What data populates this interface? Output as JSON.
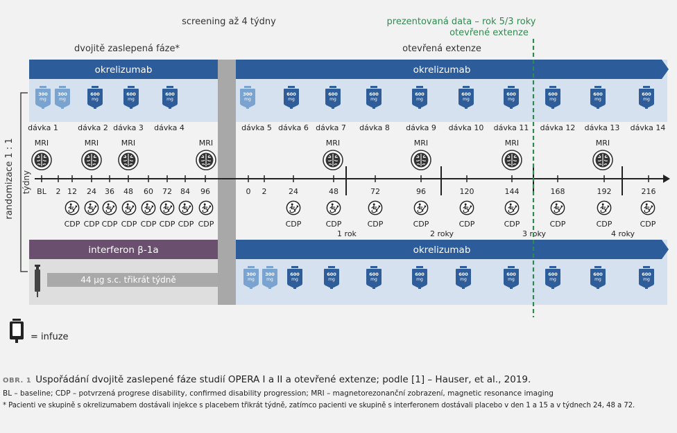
{
  "header": {
    "screening": "screening až 4 týdny",
    "double_blind_phase": "dvojitě zaslepená fáze*",
    "open_extension": "otevřená extenze",
    "presented_data_line1": "prezentovaná data – rok 5/3 roky",
    "presented_data_line2": "otevřené extenze"
  },
  "arms": {
    "top_bar_left": "okrelizumab",
    "top_bar_right": "okrelizumab",
    "bottom_bar_left": "interferon β-1a",
    "bottom_bar_right": "okrelizumab",
    "interferon_dose": "44 μg s.c. třikrát týdně",
    "randomization": "randomizace 1 : 1",
    "axis_title": "týdny"
  },
  "bags": {
    "small_dose": "300",
    "large_dose": "600",
    "unit": "mg"
  },
  "doses": [
    "dávka 1",
    "dávka 2",
    "dávka 3",
    "dávka 4",
    "dávka 5",
    "dávka 6",
    "dávka 7",
    "dávka 8",
    "dávka 9",
    "dávka 10",
    "dávka 11",
    "dávka 12",
    "dávka 13",
    "dávka 14"
  ],
  "mri_label": "MRI",
  "cdp_label": "CDP",
  "weeks_left": [
    "BL",
    "2",
    "12",
    "24",
    "36",
    "48",
    "60",
    "72",
    "84",
    "96"
  ],
  "weeks_right": [
    "0",
    "2",
    "24",
    "48",
    "72",
    "96",
    "120",
    "144",
    "168",
    "192",
    "216"
  ],
  "years": [
    "1 rok",
    "2 roky",
    "3 roky",
    "4 roky"
  ],
  "legend": {
    "infusion": "= infuze"
  },
  "colors": {
    "blue_bar": "#2d5c9a",
    "purple_bar": "#6b4f6e",
    "light_blue_bg": "#d5e1ef",
    "grey_bg": "#dedede",
    "separator": "#a8a8a8",
    "green_dash": "#2f8a4f",
    "bag_dark": "#2e5d99",
    "bag_light": "#7aa3cf"
  },
  "caption": {
    "label": "OBR. 1",
    "title": "Uspořádání dvojitě zaslepené fáze studií OPERA I a II a otevřené extenze; podle [1] – Hauser, et al., 2019.",
    "abbreviations": "BL – baseline; CDP – potvrzená progrese disability, confirmed disability progression; MRI – magnetorezonanční zobrazení, magnetic resonance imaging",
    "footnote": "* Pacienti ve skupině s okrelizumabem dostávali injekce s placebem třikrát týdně, zatímco pacienti ve skupině s interferonem dostávali placebo v den 1 a 15 a v týdnech 24, 48 a 72."
  }
}
